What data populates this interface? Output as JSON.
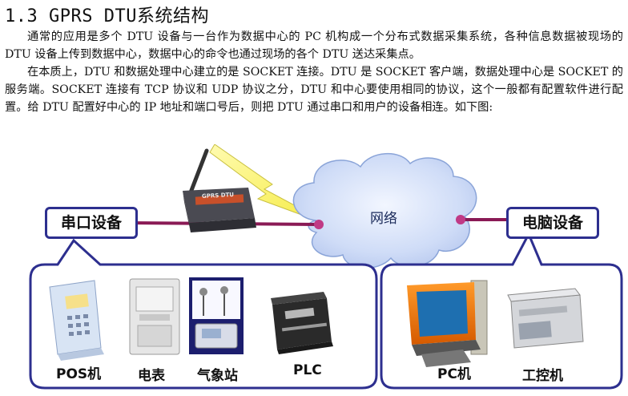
{
  "heading": "1.3  GPRS DTU系统结构",
  "paragraphs": [
    "通常的应用是多个 DTU 设备与一台作为数据中心的 PC 机构成一个分布式数据采集系统，各种信息数据被现场的 DTU 设备上传到数据中心，数据中心的命令也通过现场的各个 DTU 送达采集点。",
    "在本质上，DTU 和数据处理中心建立的是 SOCKET 连接。DTU 是 SOCKET 客户端，数据处理中心是 SOCKET 的服务端。SOCKET 连接有 TCP 协议和 UDP 协议之分，DTU 和中心要使用相同的协议，这个一般都有配置软件进行配置。给 DTU 配置好中心的 IP 地址和端口号后，则把 DTU 通过串口和用户的设备相连。如下图:"
  ],
  "figure": {
    "left_box": "串口设备",
    "right_box": "电脑设备",
    "cloud": "网络",
    "dtu_label": "GPRS DTU",
    "left_devices": [
      "POS机",
      "电表",
      "气象站",
      "PLC"
    ],
    "right_devices": [
      "PC机",
      "工控机"
    ]
  }
}
